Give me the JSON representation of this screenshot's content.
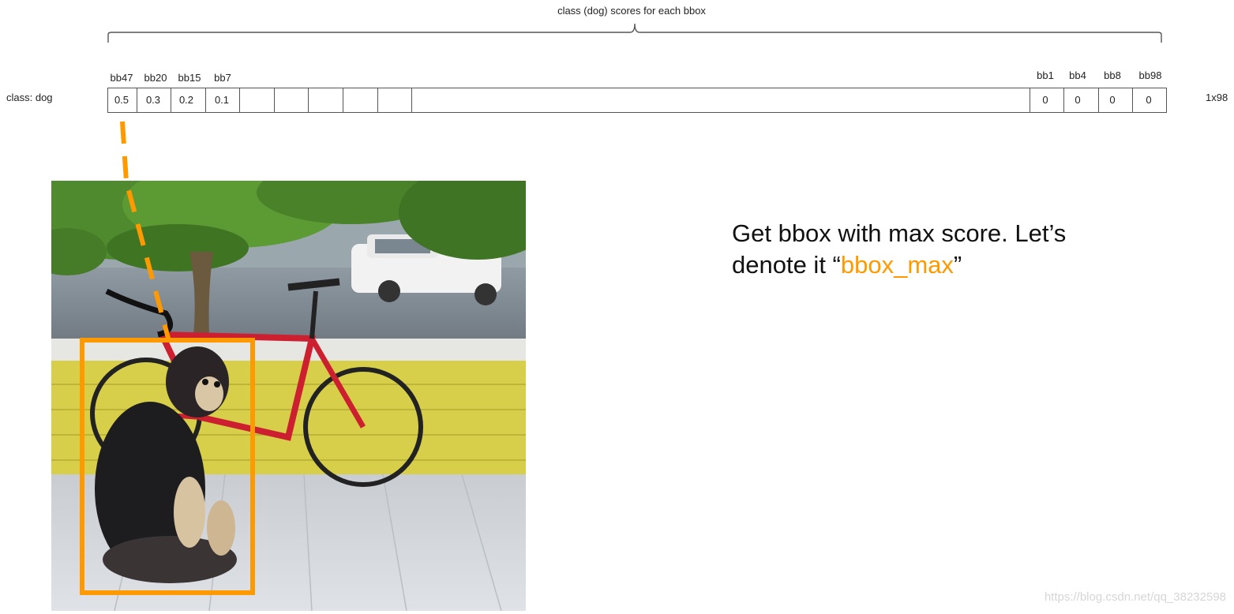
{
  "caption": "class (dog) scores for each bbox",
  "row_label": "class: dog",
  "dimension_label": "1x98",
  "left_cells": [
    {
      "header": "bb47",
      "value": "0.5"
    },
    {
      "header": "bb20",
      "value": "0.3"
    },
    {
      "header": "bb15",
      "value": "0.2"
    },
    {
      "header": "bb7",
      "value": "0.1"
    }
  ],
  "right_cells": [
    {
      "header": "bb1",
      "value": "0"
    },
    {
      "header": "bb4",
      "value": "0"
    },
    {
      "header": "bb8",
      "value": "0"
    },
    {
      "header": "bb98",
      "value": "0"
    }
  ],
  "note": {
    "line1": "Get bbox with max score. Let’s",
    "line2_prefix": "denote it “",
    "highlight": "bbox_max",
    "line2_suffix": "”"
  },
  "watermark": "https://blog.csdn.net/qq_38232598",
  "colors": {
    "accent": "#ff9900",
    "table_border": "#555555"
  }
}
